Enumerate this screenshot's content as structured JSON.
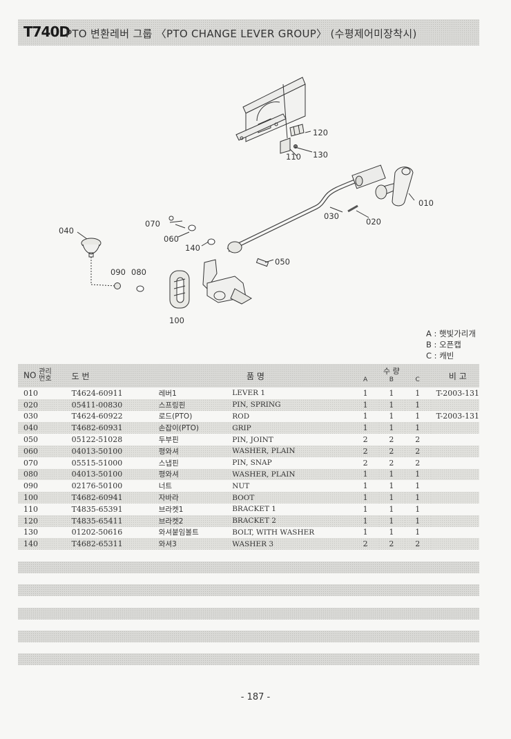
{
  "header": {
    "model": "T740D",
    "title": "PTO 변환레버 그룹 〈PTO CHANGE LEVER GROUP〉 (수평제어미장착시)"
  },
  "diagram": {
    "callouts": {
      "c010": "010",
      "c020": "020",
      "c030": "030",
      "c040": "040",
      "c050": "050",
      "c060": "060",
      "c070": "070",
      "c080": "080",
      "c090": "090",
      "c100": "100",
      "c110": "110",
      "c120": "120",
      "c130": "130",
      "c140": "140"
    }
  },
  "legend": {
    "a": "A : 햇빛가리개",
    "b": "B : 오픈캡",
    "c": "C : 캐빈"
  },
  "table": {
    "headers": {
      "no": "NO",
      "mgmt": "관리 번호",
      "part_no": "도 번",
      "name": "품 명",
      "qty": "수 량",
      "qty_a": "A",
      "qty_b": "B",
      "qty_c": "C",
      "remarks": "비 고"
    },
    "rows": [
      {
        "no": "010",
        "part_no": "T4624-60911",
        "name_ko": "레버1",
        "name_en": "LEVER 1",
        "a": "1",
        "b": "1",
        "c": "1",
        "remarks": "T-2003-131"
      },
      {
        "no": "020",
        "part_no": "05411-00830",
        "name_ko": "스프링핀",
        "name_en": "PIN, SPRING",
        "a": "1",
        "b": "1",
        "c": "1",
        "remarks": ""
      },
      {
        "no": "030",
        "part_no": "T4624-60922",
        "name_ko": "로드(PTO)",
        "name_en": "ROD",
        "a": "1",
        "b": "1",
        "c": "1",
        "remarks": "T-2003-131"
      },
      {
        "no": "040",
        "part_no": "T4682-60931",
        "name_ko": "손잡이(PTO)",
        "name_en": "GRIP",
        "a": "1",
        "b": "1",
        "c": "1",
        "remarks": ""
      },
      {
        "no": "050",
        "part_no": "05122-51028",
        "name_ko": "두부핀",
        "name_en": "PIN, JOINT",
        "a": "2",
        "b": "2",
        "c": "2",
        "remarks": ""
      },
      {
        "no": "060",
        "part_no": "04013-50100",
        "name_ko": "평와셔",
        "name_en": "WASHER, PLAIN",
        "a": "2",
        "b": "2",
        "c": "2",
        "remarks": ""
      },
      {
        "no": "070",
        "part_no": "05515-51000",
        "name_ko": "스냅핀",
        "name_en": "PIN, SNAP",
        "a": "2",
        "b": "2",
        "c": "2",
        "remarks": ""
      },
      {
        "no": "080",
        "part_no": "04013-50100",
        "name_ko": "평와셔",
        "name_en": "WASHER, PLAIN",
        "a": "1",
        "b": "1",
        "c": "1",
        "remarks": ""
      },
      {
        "no": "090",
        "part_no": "02176-50100",
        "name_ko": "너트",
        "name_en": "NUT",
        "a": "1",
        "b": "1",
        "c": "1",
        "remarks": ""
      },
      {
        "no": "100",
        "part_no": "T4682-60941",
        "name_ko": "자바라",
        "name_en": "BOOT",
        "a": "1",
        "b": "1",
        "c": "1",
        "remarks": ""
      },
      {
        "no": "110",
        "part_no": "T4835-65391",
        "name_ko": "브라켓1",
        "name_en": "BRACKET 1",
        "a": "1",
        "b": "1",
        "c": "1",
        "remarks": ""
      },
      {
        "no": "120",
        "part_no": "T4835-65411",
        "name_ko": "브라켓2",
        "name_en": "BRACKET 2",
        "a": "1",
        "b": "1",
        "c": "1",
        "remarks": ""
      },
      {
        "no": "130",
        "part_no": "01202-50616",
        "name_ko": "와셔붙임볼트",
        "name_en": "BOLT, WITH WASHER",
        "a": "1",
        "b": "1",
        "c": "1",
        "remarks": ""
      },
      {
        "no": "140",
        "part_no": "T4682-65311",
        "name_ko": "와셔3",
        "name_en": "WASHER 3",
        "a": "2",
        "b": "2",
        "c": "2",
        "remarks": ""
      }
    ]
  },
  "page_number": "- 187 -"
}
